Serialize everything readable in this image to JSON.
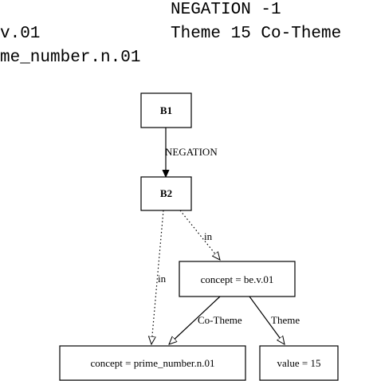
{
  "header": {
    "line1_right": "NEGATION -1",
    "line2_left": "v.01",
    "line2_right": "Theme 15 Co-Theme",
    "line3_left": "me_number.n.01"
  },
  "diagram": {
    "nodes": {
      "b1": "B1",
      "b2": "B2",
      "be": "concept = be.v.01",
      "prime": "concept = prime_number.n.01",
      "value": "value = 15"
    },
    "edges": {
      "negation": "NEGATION",
      "in_right": "in",
      "in_left": "in",
      "co_theme": "Co-Theme",
      "theme": "Theme"
    }
  }
}
